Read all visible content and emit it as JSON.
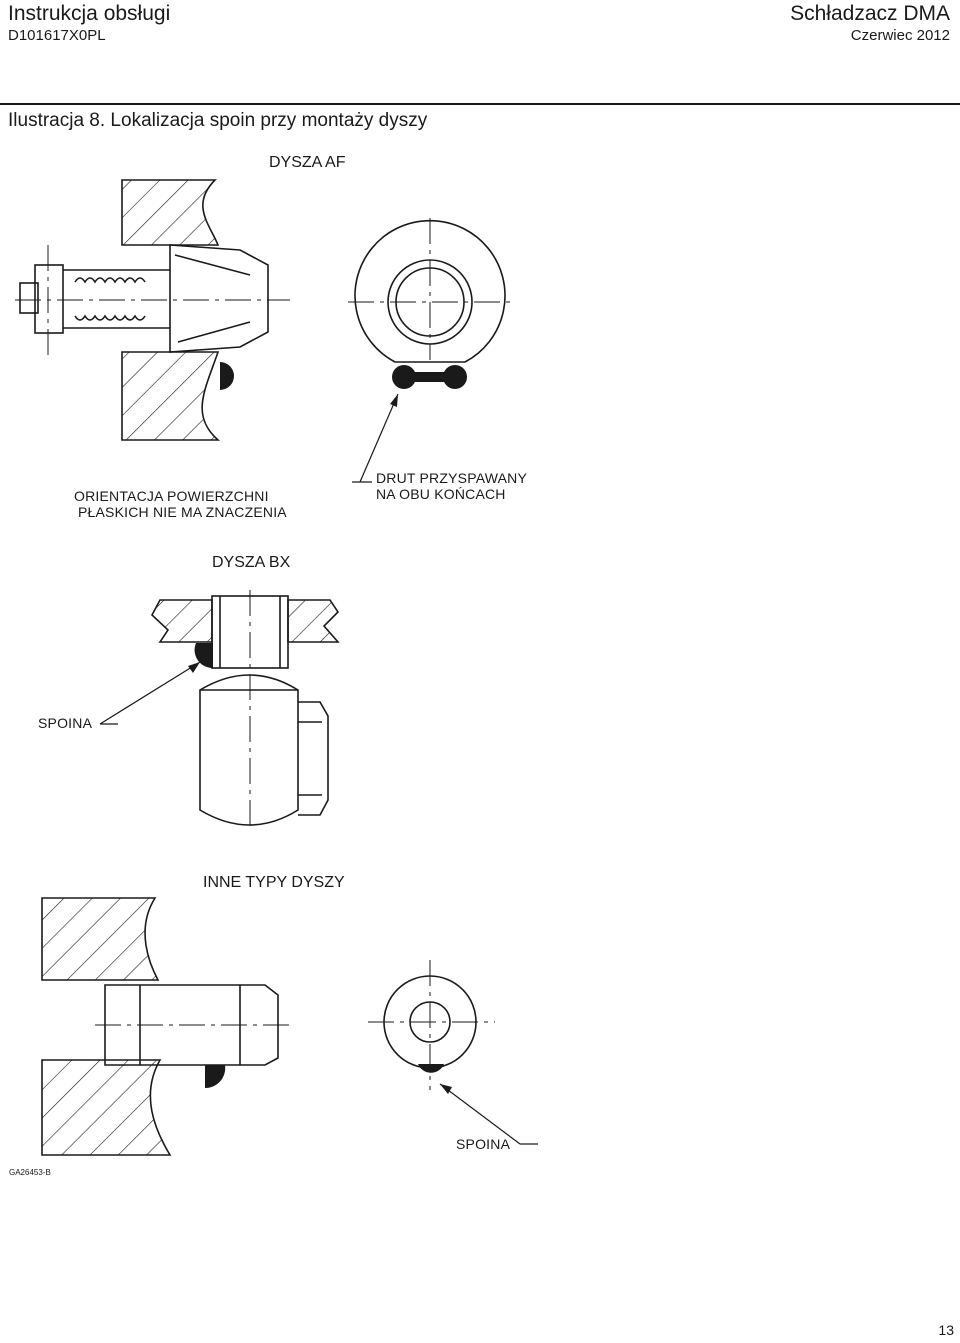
{
  "header": {
    "doc_title": "Instrukcja obsługi",
    "doc_code": "D101617X0PL",
    "product": "Schładzacz DMA",
    "date": "Czerwiec 2012"
  },
  "figure": {
    "caption": "Ilustracja 8. Lokalizacja spoin przy montaży dyszy",
    "sections": {
      "af": "DYSZA AF",
      "bx": "DYSZA BX",
      "other": "INNE TYPY DYSZY"
    },
    "labels": {
      "orientation_line1": "ORIENTACJA POWIERZCHNI",
      "orientation_line2": "PŁASKICH NIE MA ZNACZENIA",
      "wire_line1": "DRUT PRZYSPAWANY",
      "wire_line2": "NA OBU KOŃCACH",
      "weld_bx": "SPOINA",
      "weld_other": "SPOINA"
    },
    "figure_id": "GA26453-B"
  },
  "page_number": "13"
}
